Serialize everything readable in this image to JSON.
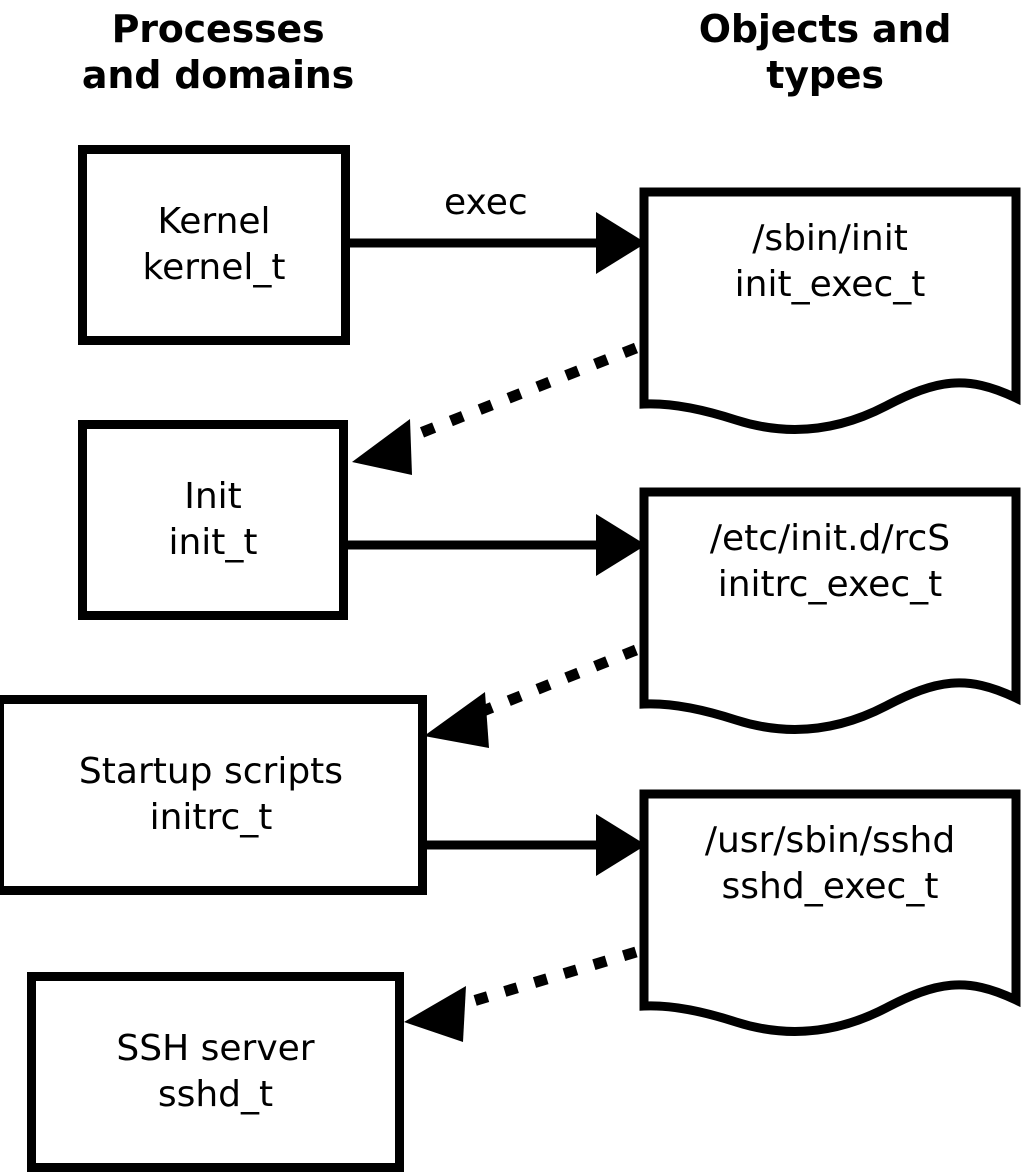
{
  "diagram": {
    "title_not_shown": null,
    "columns": {
      "left_header": "Processes\nand domains",
      "right_header": "Objects and\ntypes"
    },
    "colors": {
      "stroke": "#000000",
      "fill": "#ffffff",
      "text": "#000000"
    },
    "process_nodes": [
      {
        "id": "kernel",
        "name": "Kernel",
        "type": "kernel_t"
      },
      {
        "id": "init",
        "name": "Init",
        "type": "init_t"
      },
      {
        "id": "initrc",
        "name": "Startup scripts",
        "type": "initrc_t"
      },
      {
        "id": "sshd",
        "name": "SSH server",
        "type": "sshd_t"
      }
    ],
    "object_nodes": [
      {
        "id": "init_exec",
        "path": "/sbin/init",
        "type": "init_exec_t"
      },
      {
        "id": "initrc_exec",
        "path": "/etc/init.d/rcS",
        "type": "initrc_exec_t"
      },
      {
        "id": "sshd_exec",
        "path": "/usr/sbin/sshd",
        "type": "sshd_exec_t"
      }
    ],
    "edges": [
      {
        "id": "e1",
        "from": "kernel",
        "to": "init_exec",
        "label": "exec",
        "style": "solid"
      },
      {
        "id": "e2",
        "from": "init_exec",
        "to": "init",
        "label": "",
        "style": "dotted"
      },
      {
        "id": "e3",
        "from": "init",
        "to": "initrc_exec",
        "label": "",
        "style": "solid"
      },
      {
        "id": "e4",
        "from": "initrc_exec",
        "to": "initrc",
        "label": "",
        "style": "dotted"
      },
      {
        "id": "e5",
        "from": "initrc",
        "to": "sshd_exec",
        "label": "",
        "style": "solid"
      },
      {
        "id": "e6",
        "from": "sshd_exec",
        "to": "sshd",
        "label": "",
        "style": "dotted"
      }
    ]
  }
}
